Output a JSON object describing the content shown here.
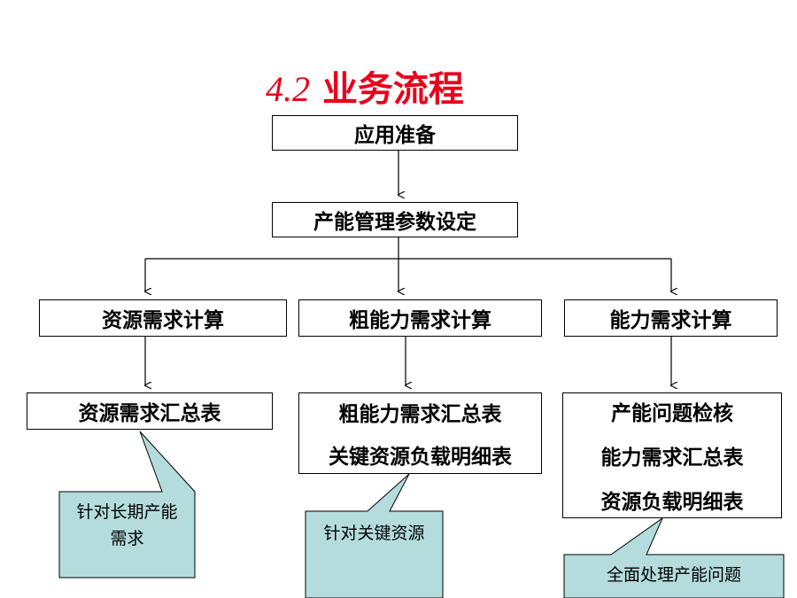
{
  "title": {
    "number": "4.2",
    "text": "业务流程"
  },
  "boxes": {
    "prepare": "应用准备",
    "param": "产能管理参数设定",
    "resource_calc": "资源需求计算",
    "rough_calc": "粗能力需求计算",
    "capacity_calc": "能力需求计算",
    "resource_summary": "资源需求汇总表",
    "rough_out": [
      "粗能力需求汇总表",
      "关键资源负载明细表"
    ],
    "capacity_out": [
      "产能问题检核",
      "能力需求汇总表",
      "资源负载明细表"
    ]
  },
  "callouts": {
    "long_term": [
      "针对长期产能",
      "需求"
    ],
    "key_resource": "针对关键资源",
    "full": "全面处理产能问题"
  },
  "colors": {
    "title": "#e8001c",
    "callout_fill": "#b4dcdc"
  }
}
